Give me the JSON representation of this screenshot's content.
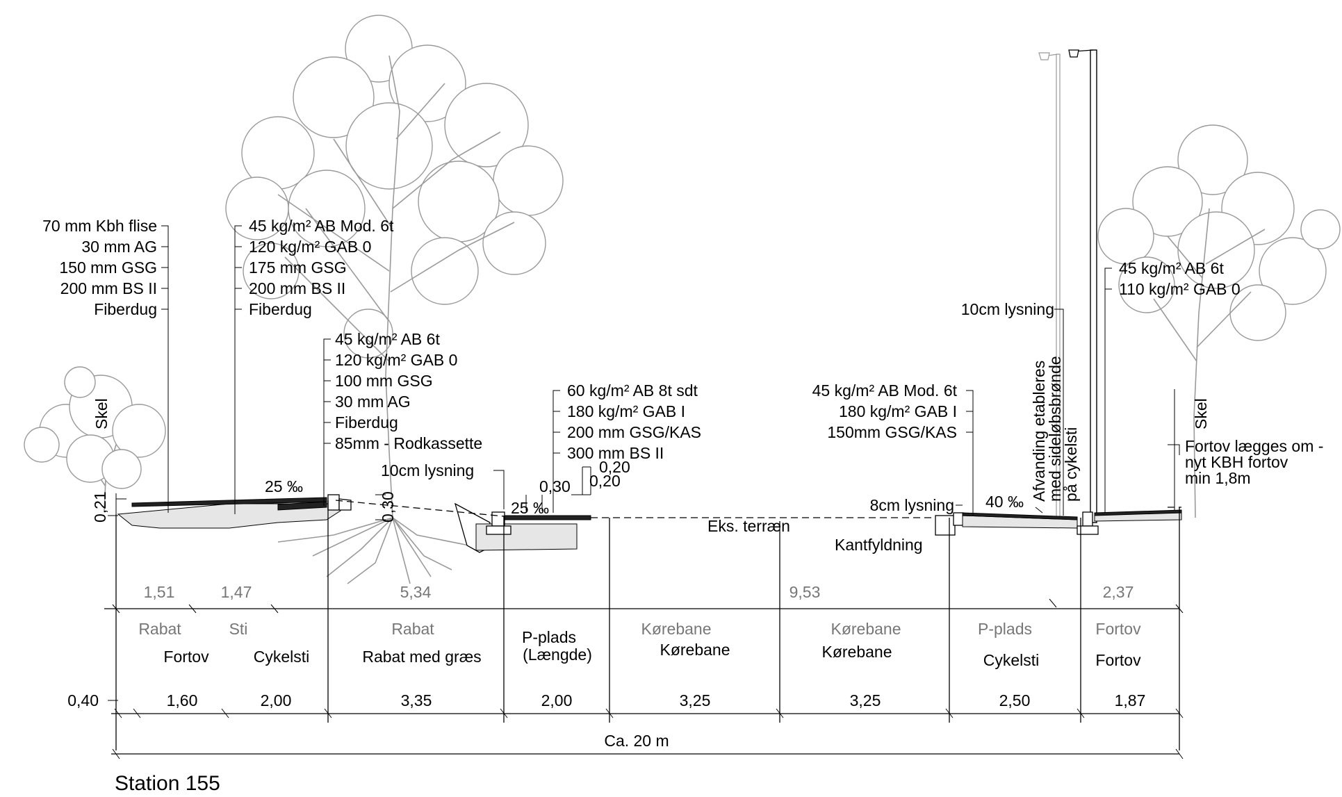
{
  "title": "Station 155",
  "total_width": "Ca. 20 m",
  "colors": {
    "line": "#000000",
    "existing_label": "#777777",
    "tree": "#9a9a9a"
  },
  "layer_stacks": {
    "left_sidewalk": [
      "70 mm Kbh flise",
      "30 mm AG",
      "150 mm GSG",
      "200 mm BS II",
      "Fiberdug"
    ],
    "bike_path": [
      "45 kg/m² AB Mod. 6t",
      "120 kg/m² GAB 0",
      "175 mm GSG",
      "200 mm BS II",
      "Fiberdug"
    ],
    "verge": [
      "45 kg/m²  AB 6t",
      "120 kg/m²  GAB 0",
      "100 mm GSG",
      "30 mm AG",
      "Fiberdug",
      "85mm - Rodkassette"
    ],
    "parking": [
      "60 kg/m² AB 8t sdt",
      "180 kg/m² GAB I",
      "200 mm GSG/KAS",
      "300 mm BS II"
    ],
    "road_right": [
      "45 kg/m² AB Mod. 6t",
      "180 kg/m² GAB I",
      "150mm GSG/KAS"
    ],
    "right_sidewalk": [
      "45 kg/m² AB 6t",
      "110 kg/m² GAB 0"
    ]
  },
  "annotations": {
    "skel": "Skel",
    "lysning_10_left": "10cm lysning",
    "lysning_10_right": "10cm lysning",
    "lysning_8": "8cm lysning",
    "eks_terraen": "Eks. terræn",
    "kantfyldning": "Kantfyldning",
    "afvanding_lines": [
      "Afvanding etableres",
      "med sideløbsbrønde",
      "på cykelsti"
    ],
    "fortov_note_lines": [
      "Fortov lægges om -",
      "nyt KBH fortov",
      "min 1,8m"
    ],
    "slope_1": "25 ‰",
    "slope_2": "25 ‰",
    "slope_3": "40 ‰",
    "dim_021": "0,21",
    "dim_030_vertical": "0,30",
    "dim_030": "0,30",
    "dim_020_a": "0,20",
    "dim_020_b": "0,20",
    "dim_040": "0,40"
  },
  "existing": {
    "widths": [
      "1,51",
      "1,47",
      "5,34",
      "9,53",
      "2,37"
    ],
    "names": [
      "Rabat",
      "Sti",
      "Rabat",
      "Kørebane",
      "Kørebane",
      "P-plads",
      "Fortov"
    ]
  },
  "proposed": {
    "names": [
      "Fortov",
      "Cykelsti",
      "Rabat med græs",
      "P-plads",
      "(Længde)",
      "Kørebane",
      "Kørebane",
      "Cykelsti",
      "Fortov"
    ],
    "widths": [
      "1,60",
      "2,00",
      "3,35",
      "2,00",
      "3,25",
      "3,25",
      "2,50",
      "1,87"
    ]
  }
}
